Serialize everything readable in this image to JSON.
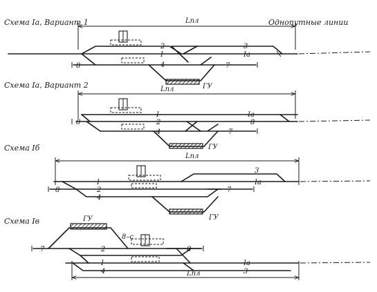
{
  "header": {
    "single_track": "Однопутные линии"
  },
  "schemes": [
    {
      "caption": "Схема Iа, Вариант 1",
      "dimension": "Lпл",
      "hump": "ГУ",
      "labels": {
        "t2": "2",
        "t1": "I",
        "t4": "4",
        "t3": "3",
        "t1a": "Iа",
        "t7": "7",
        "t8": "8"
      }
    },
    {
      "caption": "Схема Iа, Вариант 2",
      "dimension": "Lпл",
      "hump": "ГУ",
      "labels": {
        "t1": "I",
        "t1a": "Iа",
        "t2": "2",
        "t8b": "8",
        "t4": "4",
        "t7": "7",
        "t8": "8"
      }
    },
    {
      "caption": "Схема Iб",
      "dimension": "Lпл",
      "hump": "ГУ",
      "labels": {
        "t3": "3",
        "t1": "I",
        "t1a": "Iа",
        "t2": "2",
        "t7": "7",
        "t4": "4",
        "t8": "8"
      }
    },
    {
      "caption": "Схема Iв",
      "dimension": "Lпл",
      "hump": "ГУ",
      "labels": {
        "t7": "7",
        "t2": "2",
        "t8": "8",
        "t8c": "8–с",
        "t1": "I",
        "t1a": "Iа",
        "t4": "4",
        "t3": "3"
      }
    }
  ]
}
